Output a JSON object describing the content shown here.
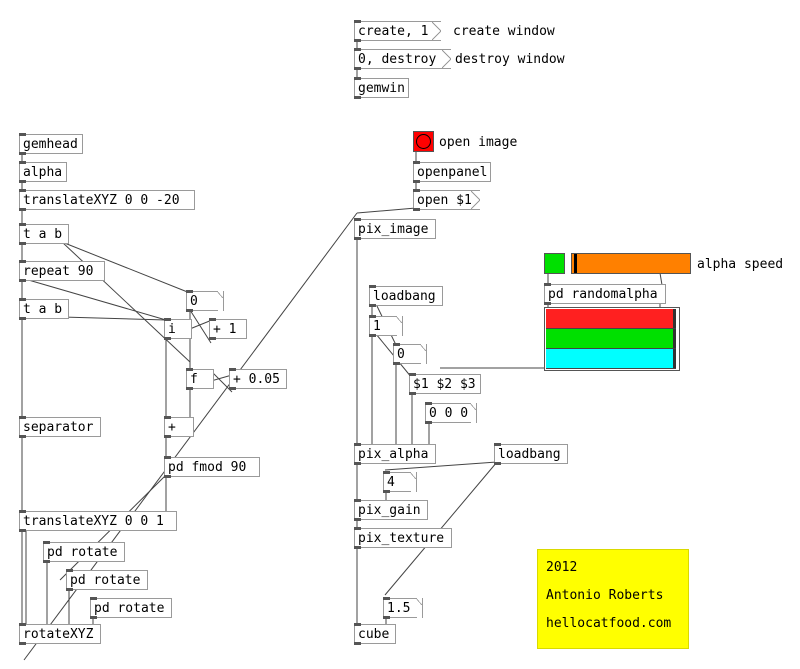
{
  "patch": {
    "window_controls": {
      "create_msg": "create, 1",
      "create_comment": "create window",
      "destroy_msg": "0, destroy",
      "destroy_comment": "destroy window",
      "gemwin": "gemwin"
    },
    "chain_left": {
      "gemhead": "gemhead",
      "alpha": "alpha",
      "translate_top": "translateXYZ 0 0 -20",
      "tab1": "t a b",
      "repeat": "repeat 90",
      "tab2": "t a b",
      "counter_num": "0",
      "plus_one": "+ 1",
      "i": "i",
      "f": "f",
      "plus_005": "+ 0.05",
      "plus": "+",
      "fmod": "pd fmod 90",
      "separator": "separator",
      "translate_bottom": "translateXYZ 0 0 1",
      "rotate1": "pd rotate",
      "rotate2": "pd rotate",
      "rotate3": "pd rotate",
      "rotateXYZ": "rotateXYZ"
    },
    "image": {
      "open_comment": "open image",
      "openpanel": "openpanel",
      "open_msg": "open $1",
      "pix_image": "pix_image"
    },
    "alpha_section": {
      "loadbang1": "loadbang",
      "num1": "1",
      "num0": "0",
      "rgb_msg": "$1 $2 $3",
      "zeros_msg": "0 0 0",
      "pix_alpha": "pix_alpha",
      "loadbang2": "loadbang",
      "num4": "4",
      "pix_gain": "pix_gain",
      "pix_texture": "pix_texture",
      "num15": "1.5",
      "cube": "cube",
      "randomalpha": "pd randomalpha",
      "alpha_speed_label": "alpha speed"
    },
    "credit": {
      "year": "2012",
      "author": "Antonio Roberts",
      "site": "hellocatfood.com"
    }
  },
  "colors": {
    "bang_fill": "#ff0000",
    "toggle_fill": "#00e000",
    "slider_fill": "#ff8000",
    "red_bar": "#ff2020",
    "green_bar": "#00e000",
    "cyan_bar": "#00ffff",
    "credit_bg": "#ffff00"
  },
  "alpha_speed_slider_value": 0.02
}
